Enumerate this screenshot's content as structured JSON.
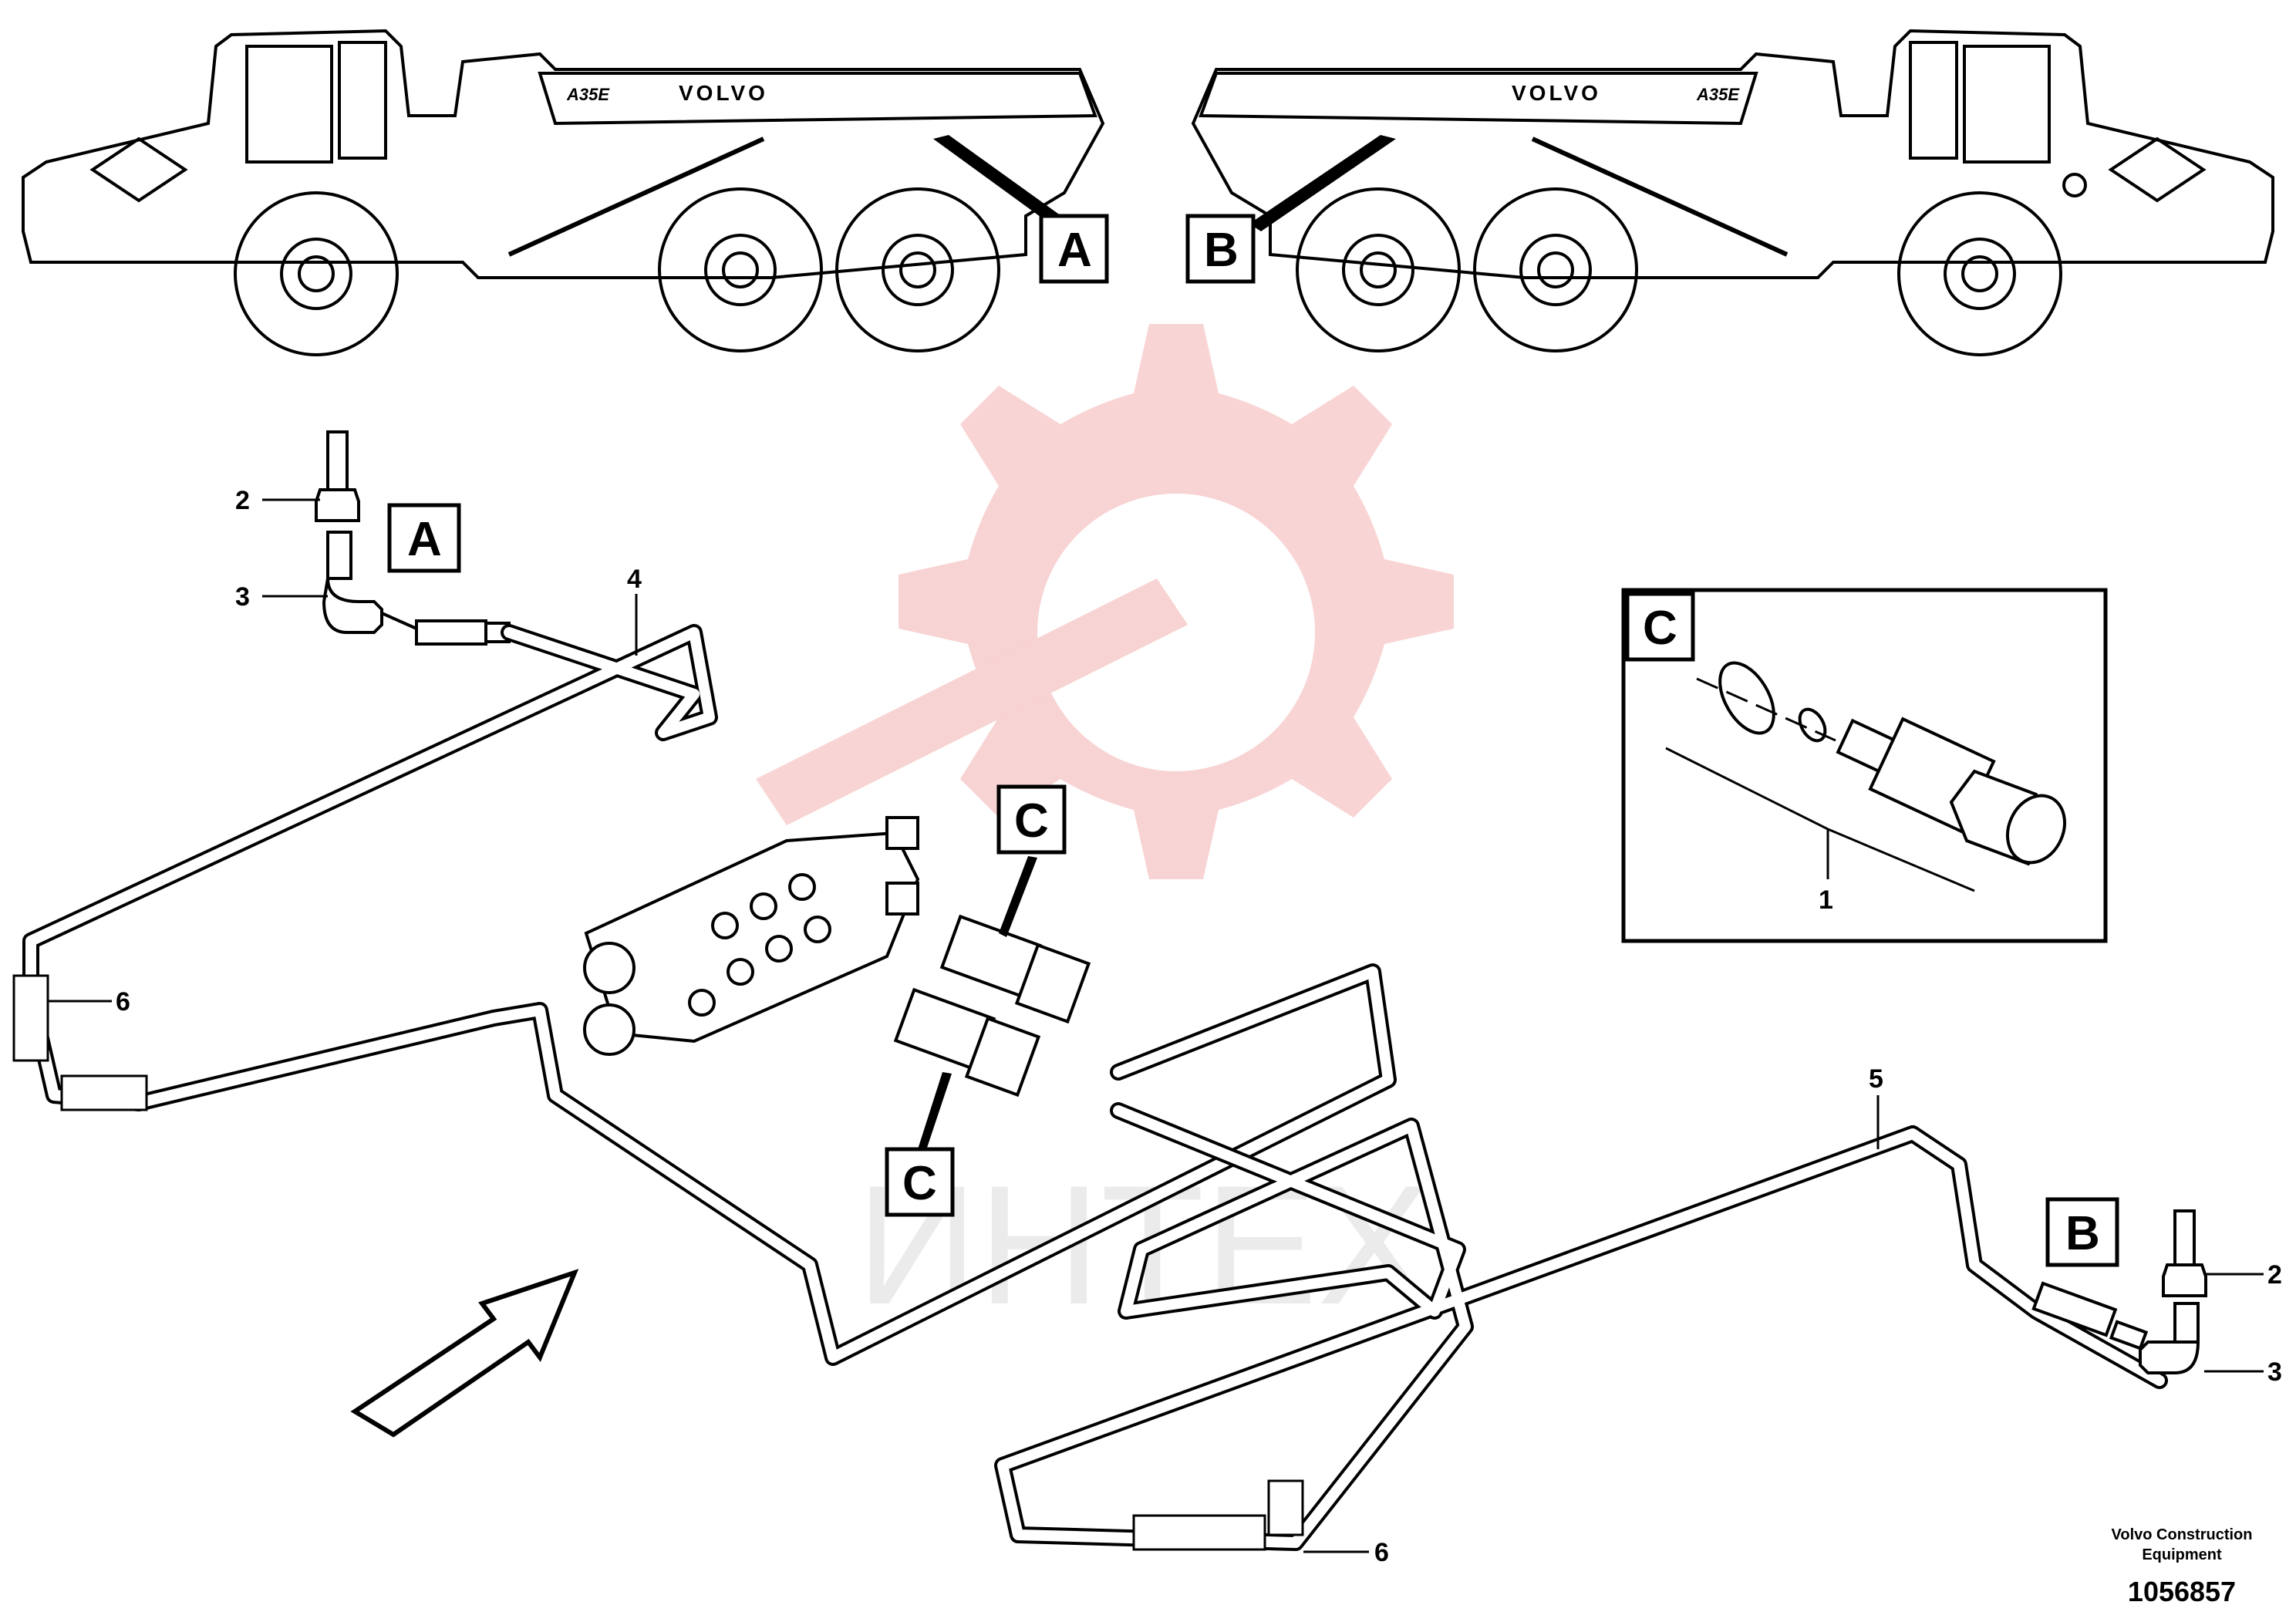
{
  "truck": {
    "model": "A35E",
    "brand": "VOLVO"
  },
  "callouts": {
    "a": "A",
    "b": "B",
    "c": "C"
  },
  "parts": {
    "p1": "1",
    "p2": "2",
    "p3": "3",
    "p4": "4",
    "p5": "5",
    "p6": "6"
  },
  "watermark": {
    "text": "ИНТЕХ",
    "color": "#f08080"
  },
  "footer": {
    "manufacturer": "Volvo Construction Equipment",
    "part_number": "1056857"
  }
}
